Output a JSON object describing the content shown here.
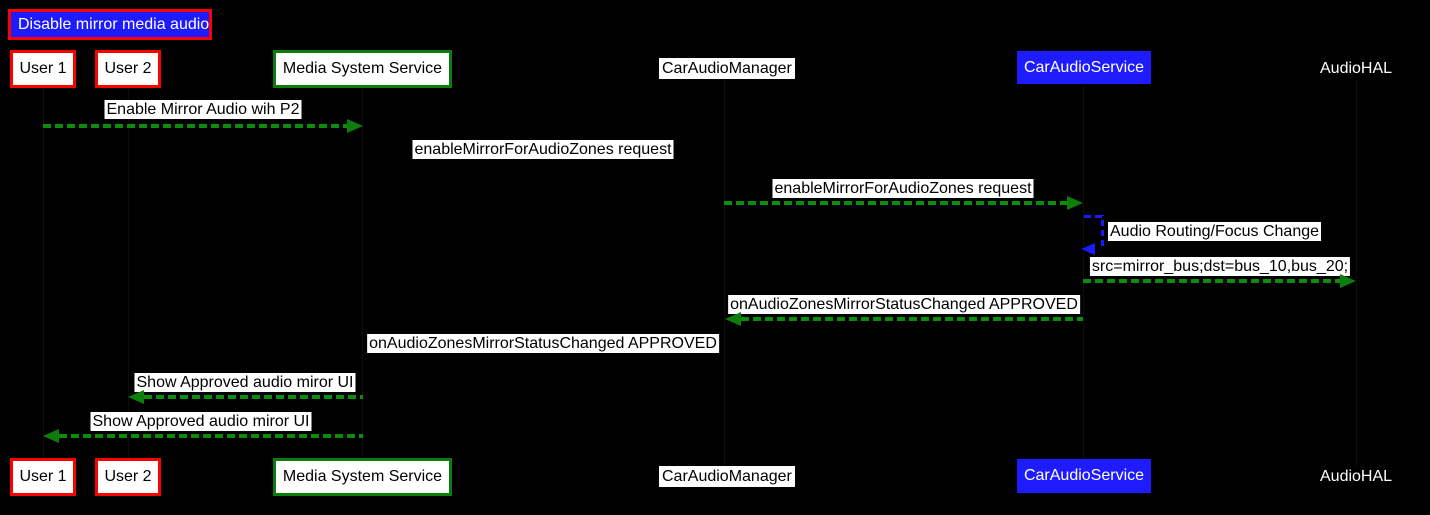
{
  "title": {
    "label": "Disable mirror media audio"
  },
  "participants": [
    {
      "id": "user1",
      "label": "User 1",
      "style": "white-box-red-border"
    },
    {
      "id": "user2",
      "label": "User 2",
      "style": "white-box-red-border"
    },
    {
      "id": "mss",
      "label": "Media System Service",
      "style": "white-box-green-border"
    },
    {
      "id": "cam",
      "label": "CarAudioManager",
      "style": "white-strip-no-border"
    },
    {
      "id": "cas",
      "label": "CarAudioService",
      "style": "blue-box-white-text"
    },
    {
      "id": "hal",
      "label": "AudioHAL",
      "style": "plain-white-text"
    }
  ],
  "messages": [
    {
      "label": "Enable Mirror Audio wih P2",
      "from": "User 1",
      "to": "Media System Service",
      "arrow": "green-dashed-right"
    },
    {
      "label": "enableMirrorForAudioZones request",
      "from": "Media System Service",
      "to": "CarAudioManager",
      "arrow": "hidden"
    },
    {
      "label": "enableMirrorForAudioZones request",
      "from": "CarAudioManager",
      "to": "CarAudioService",
      "arrow": "green-dashed-right"
    },
    {
      "label": "Audio Routing/Focus Change",
      "from": "CarAudioService",
      "to": "CarAudioService",
      "arrow": "blue-dashed-self-loop"
    },
    {
      "label": "src=mirror_bus;dst=bus_10,bus_20;",
      "from": "CarAudioService",
      "to": "AudioHAL",
      "arrow": "green-dashed-right"
    },
    {
      "label": "onAudioZonesMirrorStatusChanged APPROVED",
      "from": "CarAudioService",
      "to": "CarAudioManager",
      "arrow": "green-dashed-left"
    },
    {
      "label": "onAudioZonesMirrorStatusChanged APPROVED",
      "from": "CarAudioManager",
      "to": "Media System Service",
      "arrow": "hidden"
    },
    {
      "label": "Show Approved audio miror UI",
      "from": "Media System Service",
      "to": "User 2",
      "arrow": "green-dashed-left"
    },
    {
      "label": "Show Approved audio miror UI",
      "from": "Media System Service",
      "to": "User 1",
      "arrow": "green-dashed-left"
    }
  ],
  "colors": {
    "background": "#000000",
    "arrow_green": "#0b8f0b",
    "arrowhead_green": "#0d7d0d",
    "self_loop_blue": "#1a1aff",
    "title_bg_blue": "#1f1bff",
    "title_border_red": "#ff0000",
    "user_box_border_red": "#ff0000",
    "service_box_border_green": "#0c7c0c",
    "car_audio_service_bg_blue": "#1f1bff",
    "label_bg": "#ffffff",
    "label_text": "#000000"
  }
}
